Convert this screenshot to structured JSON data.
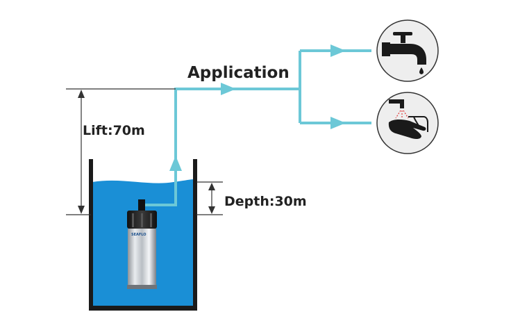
{
  "labels": {
    "lift": "Lift:70m",
    "depth": "Depth:30m",
    "application": "Application",
    "pump_brand": "SEAFLO"
  },
  "icons": {
    "upper": "water-faucet-icon",
    "lower": "hand-washing-icon"
  },
  "colors": {
    "water": "#1a8fd6",
    "pipe": "#6cc8d7",
    "tank_wall": "#1a1a1a",
    "icon_circle": "#eeeeee",
    "icon_stroke": "#333333"
  }
}
